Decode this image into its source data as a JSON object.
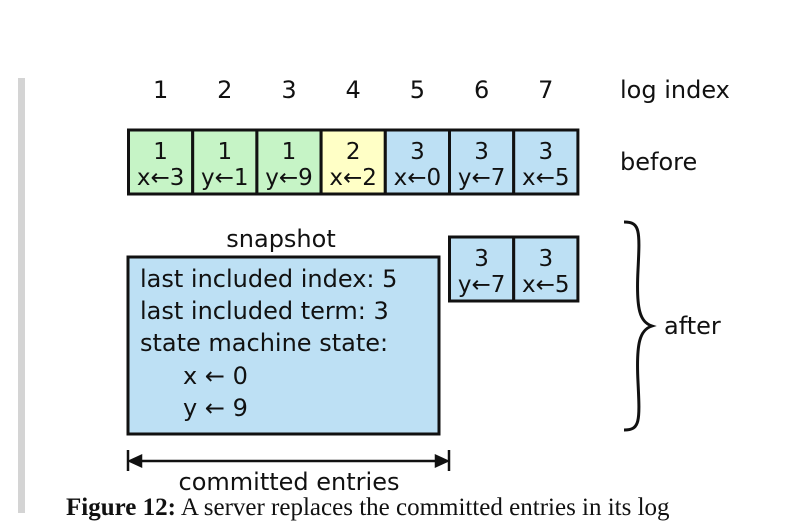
{
  "log_indices": [
    "1",
    "2",
    "3",
    "4",
    "5",
    "6",
    "7"
  ],
  "row_labels": {
    "index": "log index",
    "before": "before",
    "after": "after"
  },
  "before_entries": [
    {
      "term": "1",
      "cmd": "x←3",
      "color": "#c6f4c6"
    },
    {
      "term": "1",
      "cmd": "y←1",
      "color": "#c6f4c6"
    },
    {
      "term": "1",
      "cmd": "y←9",
      "color": "#c6f4c6"
    },
    {
      "term": "2",
      "cmd": "x←2",
      "color": "#ffffc6"
    },
    {
      "term": "3",
      "cmd": "x←0",
      "color": "#bde0f4"
    },
    {
      "term": "3",
      "cmd": "y←7",
      "color": "#bde0f4"
    },
    {
      "term": "3",
      "cmd": "x←5",
      "color": "#bde0f4"
    }
  ],
  "after_entries": [
    {
      "term": "3",
      "cmd": "y←7",
      "color": "#bde0f4"
    },
    {
      "term": "3",
      "cmd": "x←5",
      "color": "#bde0f4"
    }
  ],
  "snapshot": {
    "title": "snapshot",
    "lines": [
      "last included index: 5",
      "last included term: 3",
      "state machine state:"
    ],
    "state": [
      "x ← 0",
      "y ← 9"
    ],
    "color": "#bde0f4"
  },
  "committed_label": "committed entries",
  "caption": {
    "label": "Figure 12:",
    "text": "A server replaces the committed entries in its log"
  }
}
